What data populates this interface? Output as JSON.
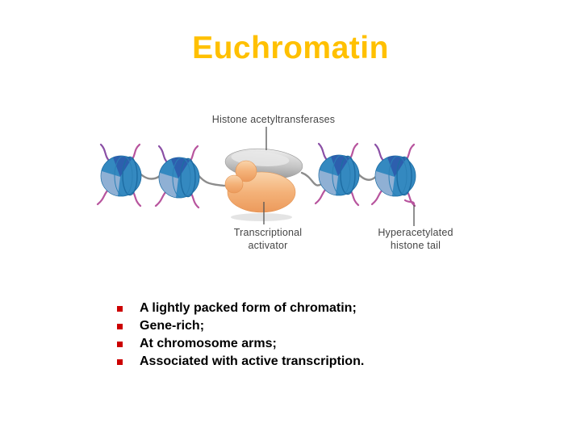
{
  "slide": {
    "title": "Euchromatin",
    "colors": {
      "title": "#FFC000",
      "bullet_marker": "#CC0000",
      "body_text": "#000000",
      "diagram_label": "#454545",
      "nucleosome_blue": "#3489c0",
      "nucleosome_dark_blue": "#2d5fae",
      "nucleosome_light_blue": "#8fb0d4",
      "dna_strand_gray": "#8c8c8c",
      "histone_tail_magenta": "#b8559e",
      "histone_tail_purple": "#8a4fa5",
      "acetyltransferase_gray": "#bdbdbd",
      "activator_orange": "#f2a96e"
    }
  },
  "diagram": {
    "label_top": "Histone acetyltransferases",
    "label_activator_line1": "Transcriptional",
    "label_activator_line2": "activator",
    "label_tail_line1": "Hyperacetylated",
    "label_tail_line2": "histone tail"
  },
  "bullets": {
    "items": [
      "A lightly packed form of chromatin;",
      "Gene-rich;",
      "At chromosome arms;",
      "Associated with active transcription."
    ]
  }
}
